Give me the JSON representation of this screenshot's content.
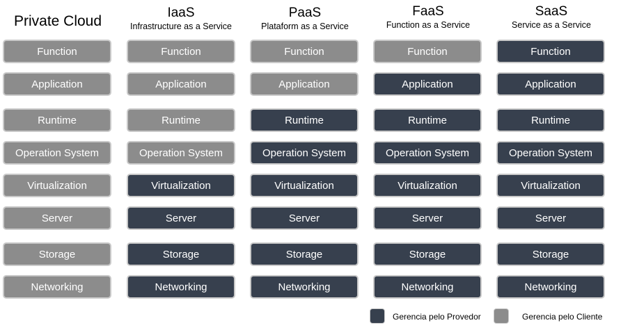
{
  "colors": {
    "provider": "#37404e",
    "client": "#8c8c8c"
  },
  "columns": [
    {
      "title": "Private Cloud",
      "subtitle": "",
      "cells": [
        {
          "label": "Function",
          "managed_by": "client"
        },
        {
          "label": "Application",
          "managed_by": "client"
        },
        {
          "label": "Runtime",
          "managed_by": "client"
        },
        {
          "label": "Operation System",
          "managed_by": "client"
        },
        {
          "label": "Virtualization",
          "managed_by": "client"
        },
        {
          "label": "Server",
          "managed_by": "client"
        },
        {
          "label": "Storage",
          "managed_by": "client"
        },
        {
          "label": "Networking",
          "managed_by": "client"
        }
      ]
    },
    {
      "title": "IaaS",
      "subtitle": "Infrastructure as a Service",
      "cells": [
        {
          "label": "Function",
          "managed_by": "client"
        },
        {
          "label": "Application",
          "managed_by": "client"
        },
        {
          "label": "Runtime",
          "managed_by": "client"
        },
        {
          "label": "Operation System",
          "managed_by": "client"
        },
        {
          "label": "Virtualization",
          "managed_by": "provider"
        },
        {
          "label": "Server",
          "managed_by": "provider"
        },
        {
          "label": "Storage",
          "managed_by": "provider"
        },
        {
          "label": "Networking",
          "managed_by": "provider"
        }
      ]
    },
    {
      "title": "PaaS",
      "subtitle": "Plataform as a Service",
      "cells": [
        {
          "label": "Function",
          "managed_by": "client"
        },
        {
          "label": "Application",
          "managed_by": "client"
        },
        {
          "label": "Runtime",
          "managed_by": "provider"
        },
        {
          "label": "Operation System",
          "managed_by": "provider"
        },
        {
          "label": "Virtualization",
          "managed_by": "provider"
        },
        {
          "label": "Server",
          "managed_by": "provider"
        },
        {
          "label": "Storage",
          "managed_by": "provider"
        },
        {
          "label": "Networking",
          "managed_by": "provider"
        }
      ]
    },
    {
      "title": "FaaS",
      "subtitle": "Function as a Service",
      "cells": [
        {
          "label": "Function",
          "managed_by": "client"
        },
        {
          "label": "Application",
          "managed_by": "provider"
        },
        {
          "label": "Runtime",
          "managed_by": "provider"
        },
        {
          "label": "Operation System",
          "managed_by": "provider"
        },
        {
          "label": "Virtualization",
          "managed_by": "provider"
        },
        {
          "label": "Server",
          "managed_by": "provider"
        },
        {
          "label": "Storage",
          "managed_by": "provider"
        },
        {
          "label": "Networking",
          "managed_by": "provider"
        }
      ]
    },
    {
      "title": "SaaS",
      "subtitle": "Service as a Service",
      "cells": [
        {
          "label": "Function",
          "managed_by": "provider"
        },
        {
          "label": "Application",
          "managed_by": "provider"
        },
        {
          "label": "Runtime",
          "managed_by": "provider"
        },
        {
          "label": "Operation System",
          "managed_by": "provider"
        },
        {
          "label": "Virtualization",
          "managed_by": "provider"
        },
        {
          "label": "Server",
          "managed_by": "provider"
        },
        {
          "label": "Storage",
          "managed_by": "provider"
        },
        {
          "label": "Networking",
          "managed_by": "provider"
        }
      ]
    }
  ],
  "legend": [
    {
      "label": "Gerencia pelo Provedor",
      "managed_by": "provider"
    },
    {
      "label": "Gerencia pelo Cliente",
      "managed_by": "client"
    }
  ]
}
